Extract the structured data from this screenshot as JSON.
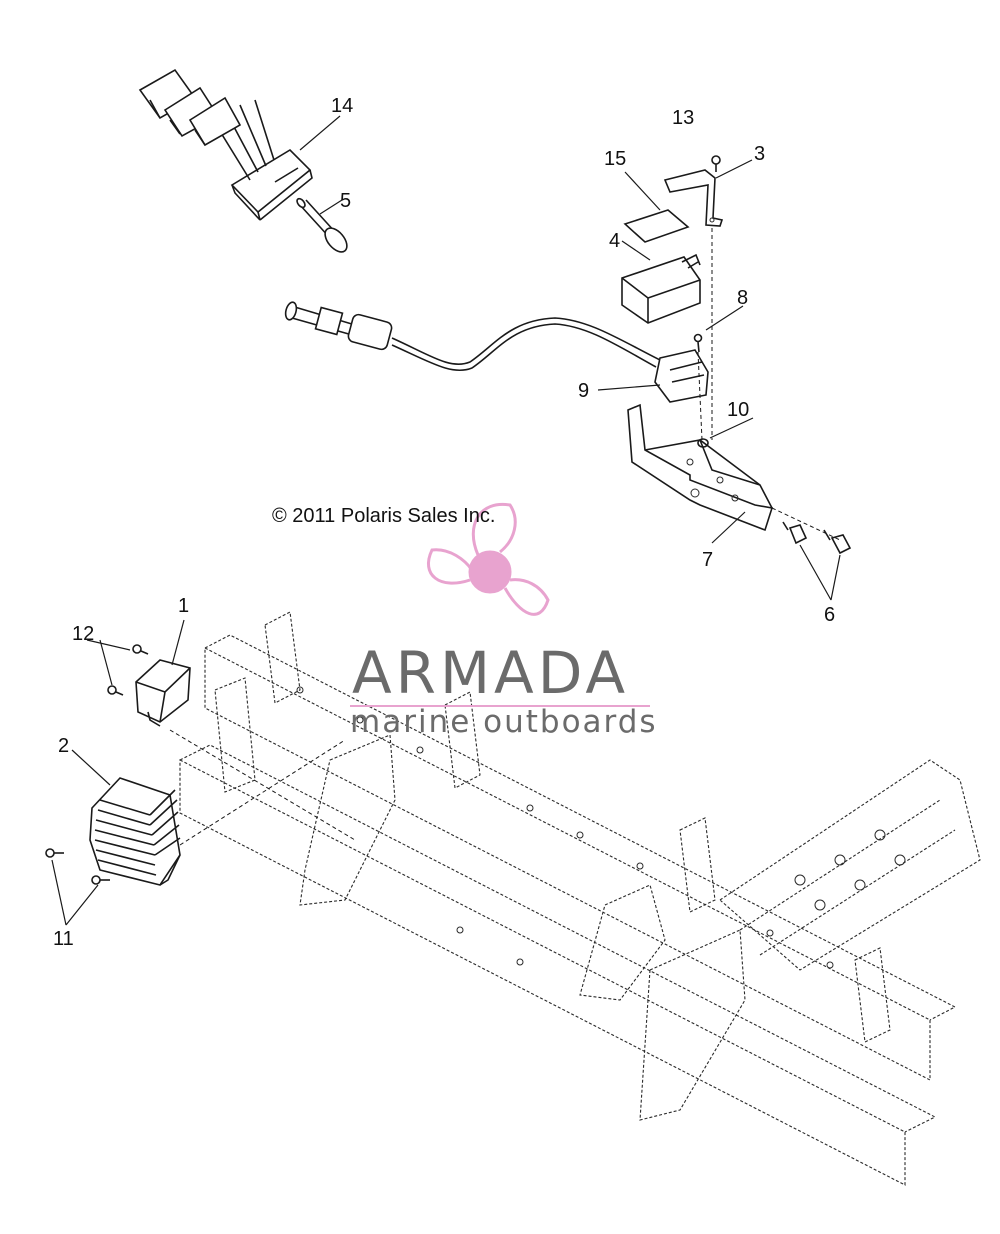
{
  "diagram": {
    "copyright": "© 2011 Polaris Sales Inc.",
    "callouts": {
      "c1": "1",
      "c2": "2",
      "c3": "3",
      "c4": "4",
      "c5": "5",
      "c6": "6",
      "c7": "7",
      "c8": "8",
      "c9": "9",
      "c10": "10",
      "c11": "11",
      "c12": "12",
      "c13": "13",
      "c14": "14",
      "c15": "15"
    }
  },
  "watermark": {
    "brand": "ARMADA",
    "tagline": "marine outboards",
    "logo_color": "#e8a3cf",
    "text_color": "#6b6b6b"
  }
}
